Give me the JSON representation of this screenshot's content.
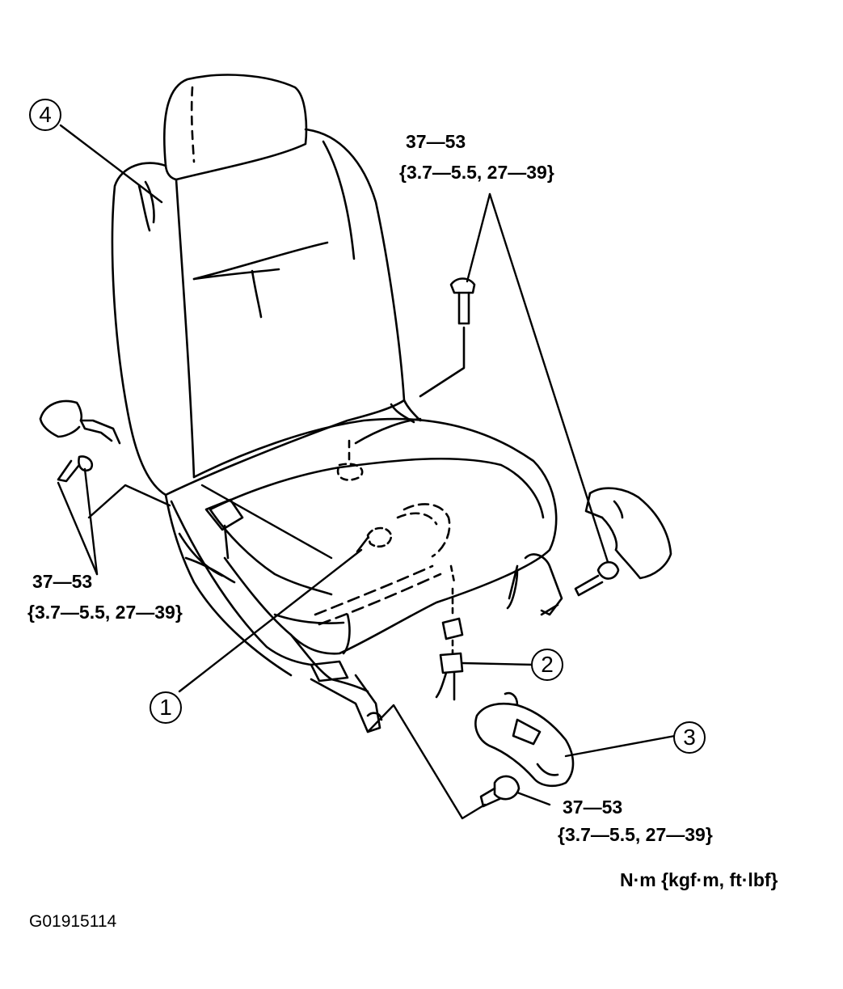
{
  "callouts": {
    "c1": "1",
    "c2": "2",
    "c3": "3",
    "c4": "4"
  },
  "torque_top": {
    "nm": "37—53",
    "alt": "{3.7—5.5, 27—39}"
  },
  "torque_left": {
    "nm": "37—53",
    "alt": "{3.7—5.5, 27—39}"
  },
  "torque_bottom": {
    "nm": "37—53",
    "alt": "{3.7—5.5, 27—39}"
  },
  "units": "N·m {kgf·m, ft·lbf}",
  "figure_code": "G01915114"
}
